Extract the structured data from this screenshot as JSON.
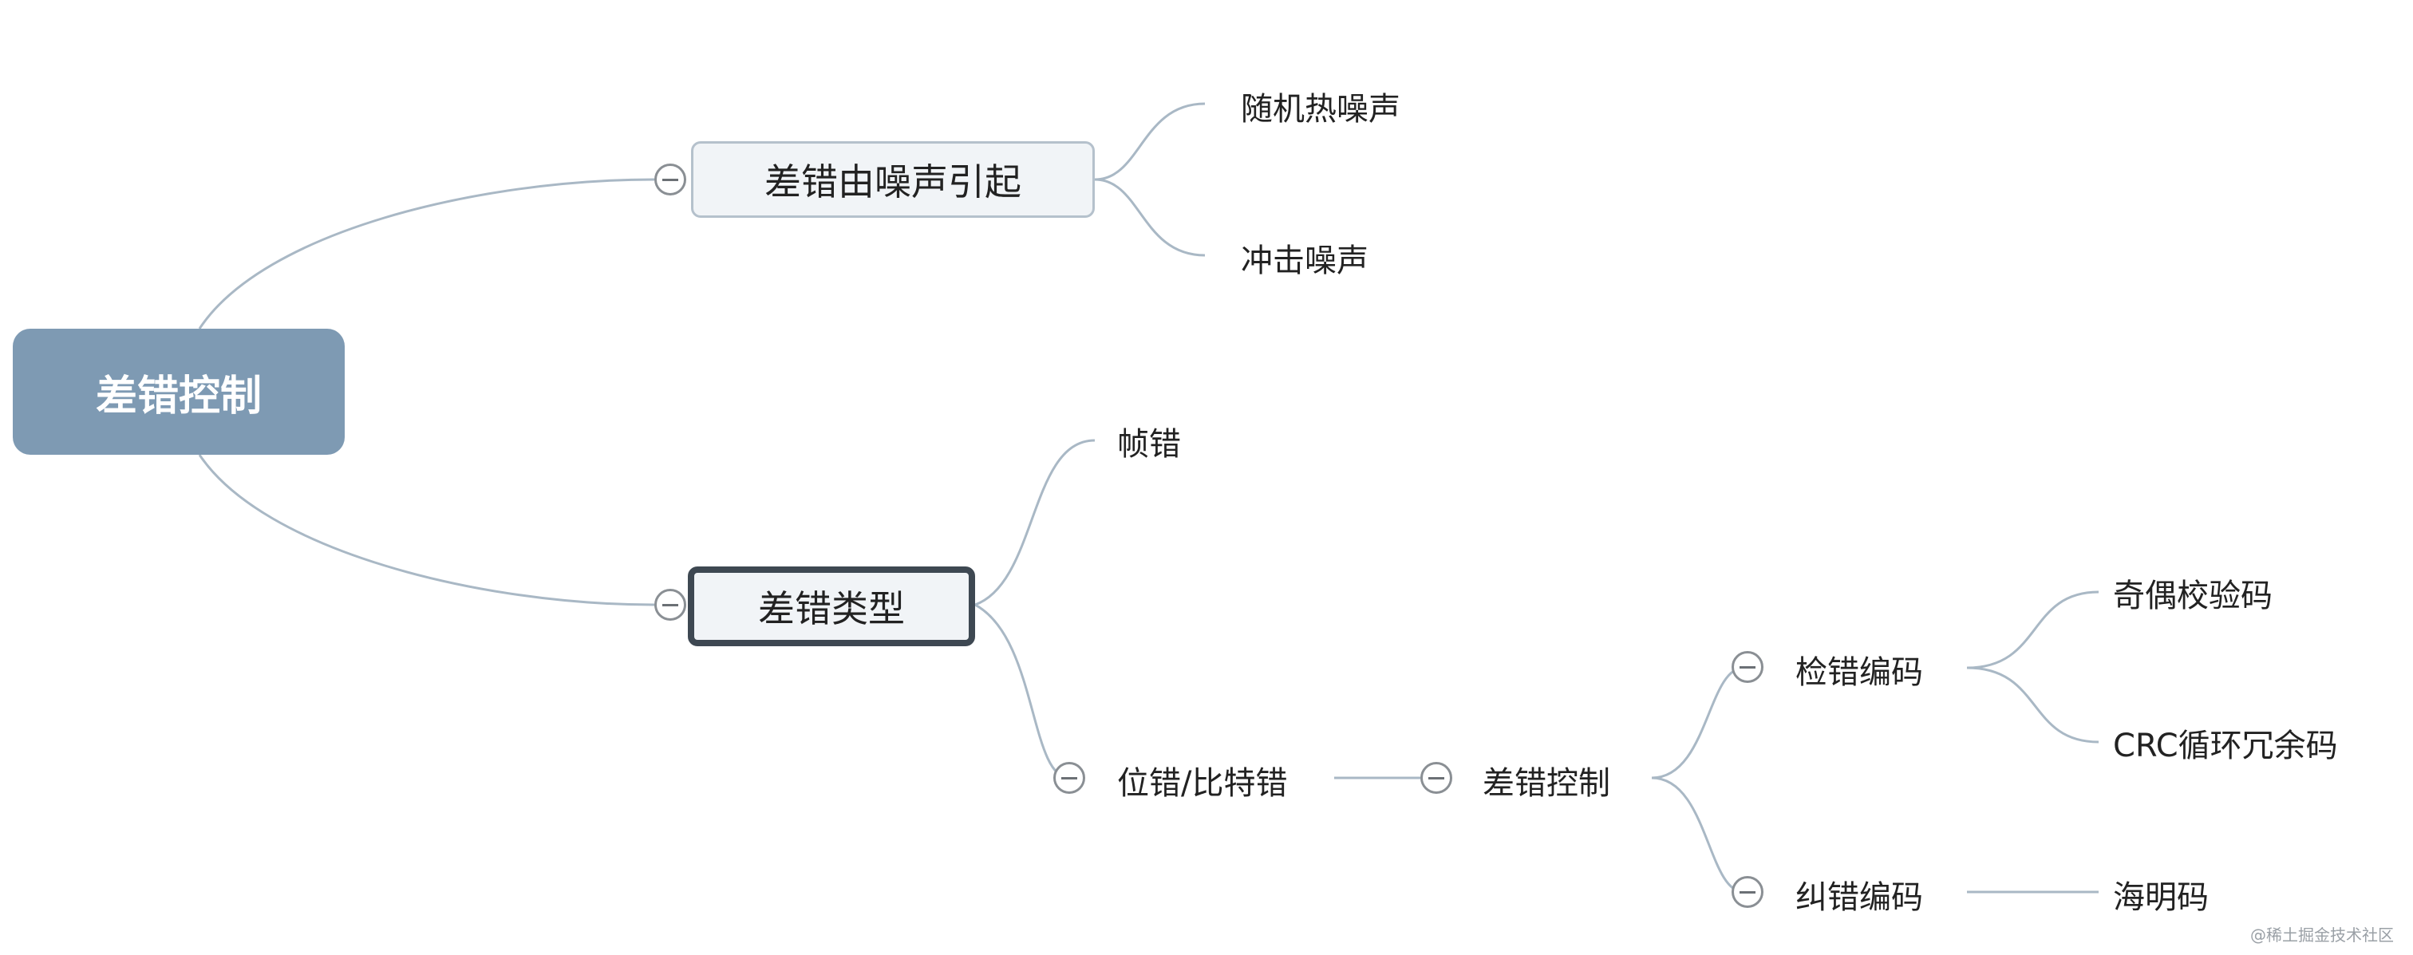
{
  "root": {
    "label": "差错控制"
  },
  "branches": {
    "noise": {
      "label": "差错由噪声引起",
      "children": [
        "随机热噪声",
        "冲击噪声"
      ]
    },
    "types": {
      "label": "差错类型",
      "children": {
        "frame": "帧错",
        "bit": {
          "label": "位错/比特错",
          "child": {
            "label": "差错控制",
            "detect": {
              "label": "检错编码",
              "children": [
                "奇偶校验码",
                "CRC循环冗余码"
              ]
            },
            "correct": {
              "label": "纠错编码",
              "children": [
                "海明码"
              ]
            }
          }
        }
      }
    }
  },
  "watermark": "@稀土掘金技术社区",
  "colors": {
    "root_fill": "#7e9ab3",
    "connector": "#a9b8c5",
    "topic_fill": "#f1f4f7",
    "selected_border": "#3e4852"
  }
}
